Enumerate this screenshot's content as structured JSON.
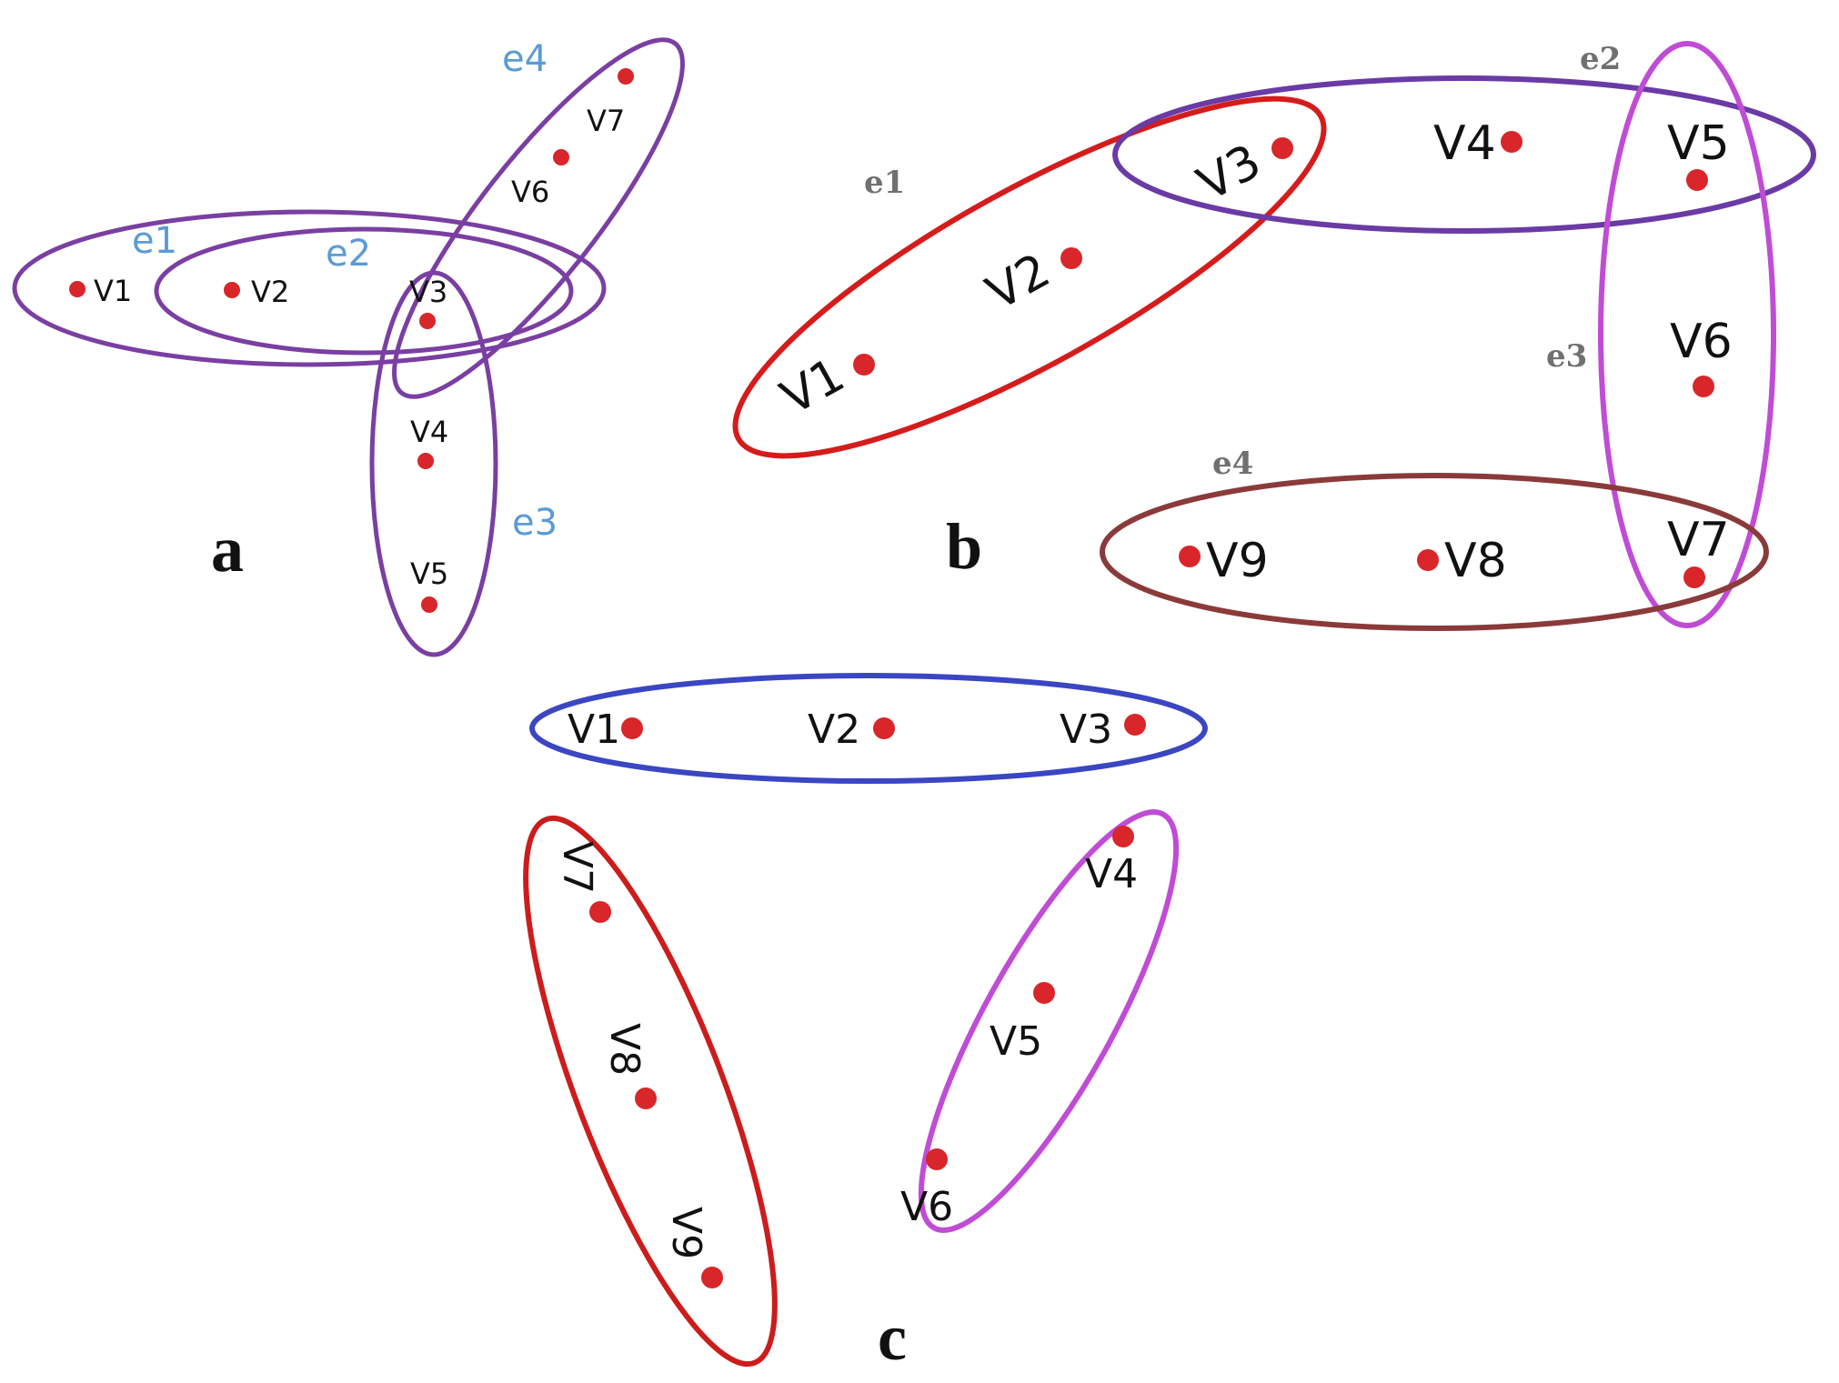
{
  "colors": {
    "vertex": "#d8262a",
    "a_edge": "#7a3fa2",
    "a_edge_label": "#5b9bd5",
    "b_edge_e1": "#d51c1c",
    "b_edge_e2": "#6a3aa5",
    "b_edge_e3": "#c04cd6",
    "b_edge_e4": "#8b3a3a",
    "b_edge_label": "#707070",
    "c_edge_blue": "#3a46c2",
    "c_edge_red": "#cc1c1c",
    "c_edge_violet": "#c04cd6"
  },
  "panels": {
    "a": {
      "label": "a",
      "vertices": [
        "V1",
        "V2",
        "V3",
        "V4",
        "V5",
        "V6",
        "V7"
      ],
      "edges": [
        {
          "label": "e1",
          "members": [
            "V1",
            "V2",
            "V3"
          ]
        },
        {
          "label": "e2",
          "members": [
            "V2",
            "V3"
          ]
        },
        {
          "label": "e3",
          "members": [
            "V3",
            "V4",
            "V5"
          ]
        },
        {
          "label": "e4",
          "members": [
            "V3",
            "V6",
            "V7"
          ]
        }
      ]
    },
    "b": {
      "label": "b",
      "vertices": [
        "V1",
        "V2",
        "V3",
        "V4",
        "V5",
        "V6",
        "V7",
        "V8",
        "V9"
      ],
      "edges": [
        {
          "label": "e1",
          "members": [
            "V1",
            "V2",
            "V3"
          ]
        },
        {
          "label": "e2",
          "members": [
            "V3",
            "V4",
            "V5"
          ]
        },
        {
          "label": "e3",
          "members": [
            "V5",
            "V6",
            "V7"
          ]
        },
        {
          "label": "e4",
          "members": [
            "V7",
            "V8",
            "V9"
          ]
        }
      ]
    },
    "c": {
      "label": "c",
      "vertices": [
        "V1",
        "V2",
        "V3",
        "V4",
        "V5",
        "V6",
        "V7",
        "V8",
        "V9"
      ],
      "edges": [
        {
          "members": [
            "V1",
            "V2",
            "V3"
          ]
        },
        {
          "members": [
            "V4",
            "V5",
            "V6"
          ]
        },
        {
          "members": [
            "V7",
            "V8",
            "V9"
          ]
        }
      ]
    }
  }
}
